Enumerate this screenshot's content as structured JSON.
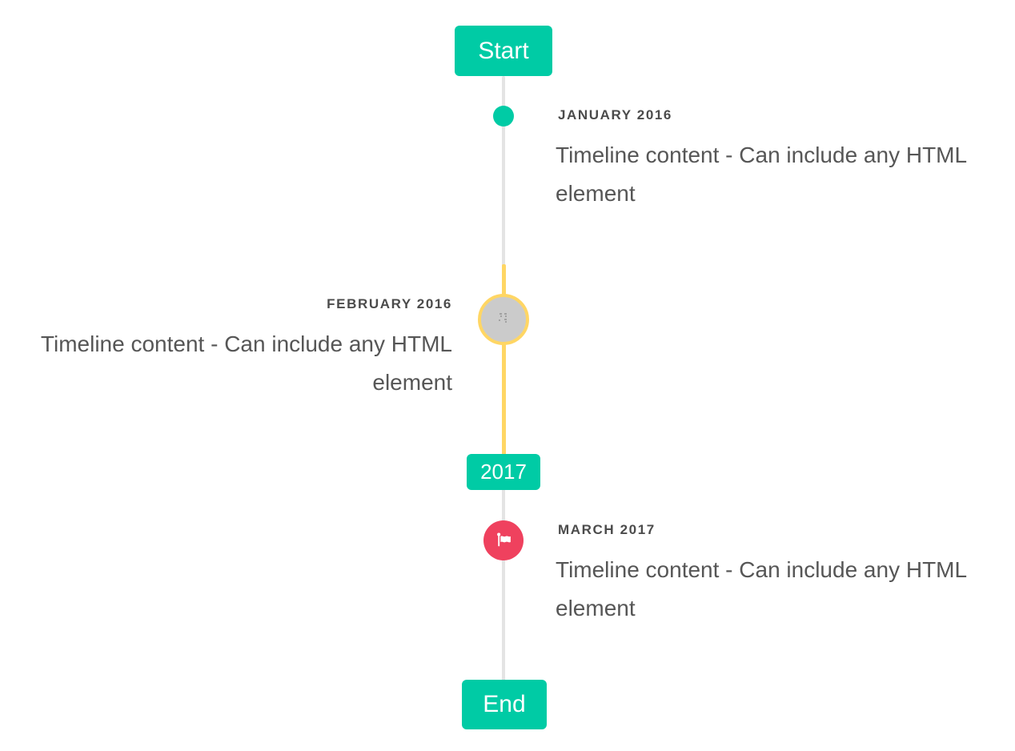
{
  "colors": {
    "teal": "#00CBA5",
    "red": "#EF415E",
    "yellow": "#FFD664",
    "gray_marker": "#CBCBCB",
    "line": "#E4E4E4",
    "label_text": "#4B4B4B",
    "content_text": "#565656",
    "badge_text": "#FFFFFF"
  },
  "timeline": {
    "start_badge": "Start",
    "year_badge": "2017",
    "end_badge": "End",
    "entries": [
      {
        "date_label": "JANUARY 2016",
        "content": "Timeline content - Can include any HTML element",
        "side": "right",
        "marker": "teal-dot"
      },
      {
        "date_label": "FEBRUARY 2016",
        "content": "Timeline content - Can include any HTML element",
        "side": "left",
        "marker": "broken-image-in-yellow-ring"
      },
      {
        "date_label": "MARCH 2017",
        "content": "Timeline content - Can include any HTML element",
        "side": "right",
        "marker": "flag"
      }
    ]
  }
}
